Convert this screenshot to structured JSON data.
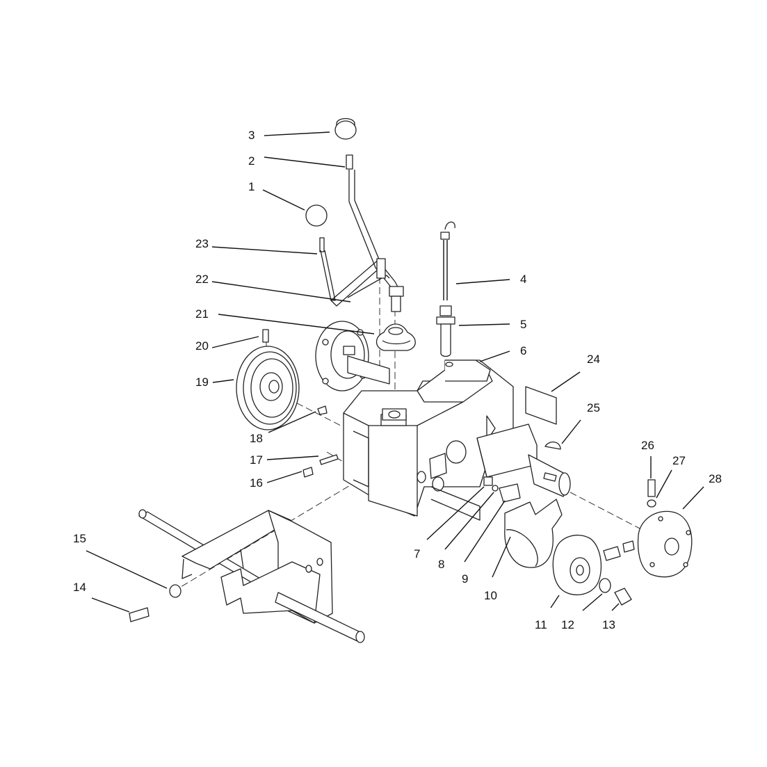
{
  "diagram": {
    "callouts": [
      {
        "id": "1",
        "text": "1"
      },
      {
        "id": "2",
        "text": "2"
      },
      {
        "id": "3",
        "text": "3"
      },
      {
        "id": "4",
        "text": "4"
      },
      {
        "id": "5",
        "text": "5"
      },
      {
        "id": "6",
        "text": "6"
      },
      {
        "id": "7",
        "text": "7"
      },
      {
        "id": "8",
        "text": "8"
      },
      {
        "id": "9",
        "text": "9"
      },
      {
        "id": "10",
        "text": "10"
      },
      {
        "id": "11",
        "text": "11"
      },
      {
        "id": "12",
        "text": "12"
      },
      {
        "id": "13",
        "text": "13"
      },
      {
        "id": "14",
        "text": "14"
      },
      {
        "id": "15",
        "text": "15"
      },
      {
        "id": "16",
        "text": "16"
      },
      {
        "id": "17",
        "text": "17"
      },
      {
        "id": "18",
        "text": "18"
      },
      {
        "id": "19",
        "text": "19"
      },
      {
        "id": "20",
        "text": "20"
      },
      {
        "id": "21",
        "text": "21"
      },
      {
        "id": "22",
        "text": "22"
      },
      {
        "id": "23",
        "text": "23"
      },
      {
        "id": "24",
        "text": "24"
      },
      {
        "id": "25",
        "text": "25"
      },
      {
        "id": "26",
        "text": "26"
      },
      {
        "id": "27",
        "text": "27"
      },
      {
        "id": "28",
        "text": "28"
      }
    ]
  }
}
